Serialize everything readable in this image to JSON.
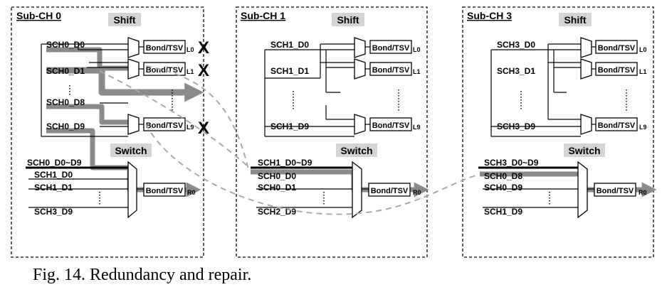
{
  "caption": "Fig. 14. Redundancy and repair.",
  "labels": {
    "shift": "Shift",
    "switch": "Switch",
    "bond": "Bond/TSV",
    "fail_mark": "X",
    "dots": "......"
  },
  "panels": [
    {
      "title": "Sub-CH 0",
      "shift_inputs": [
        "SCH0_D0",
        "SCH0_D1",
        "SCH0_D8",
        "SCH0_D9"
      ],
      "outputs": [
        "L0",
        "L1",
        "L9"
      ],
      "switch_bus": "SCH0_D0~D9",
      "switch_inputs": [
        "SCH1_D0",
        "SCH1_D1",
        "SCH3_D9"
      ],
      "switch_output": "R0"
    },
    {
      "title": "Sub-CH 1",
      "shift_inputs": [
        "SCH1_D0",
        "SCH1_D1",
        "SCH1_D9"
      ],
      "outputs": [
        "L0",
        "L1",
        "L9"
      ],
      "switch_bus": "SCH1_D0~D9",
      "switch_inputs": [
        "SCH0_D0",
        "SCH0_D1",
        "SCH2_D9"
      ],
      "switch_output": "R0"
    },
    {
      "title": "Sub-CH 3",
      "shift_inputs": [
        "SCH3_D0",
        "SCH3_D1",
        "SCH3_D9"
      ],
      "outputs": [
        "L0",
        "L1",
        "L9"
      ],
      "switch_bus": "SCH3_D0~D9",
      "switch_inputs": [
        "SCH0_D8",
        "SCH0_D9",
        "SCH1_D9"
      ],
      "switch_output": "R0"
    }
  ],
  "colors": {
    "repair_path": "#8a8a8a",
    "dashed_link": "#a8a8a8",
    "label_bg": "#d4d4d4",
    "line": "#000000"
  }
}
